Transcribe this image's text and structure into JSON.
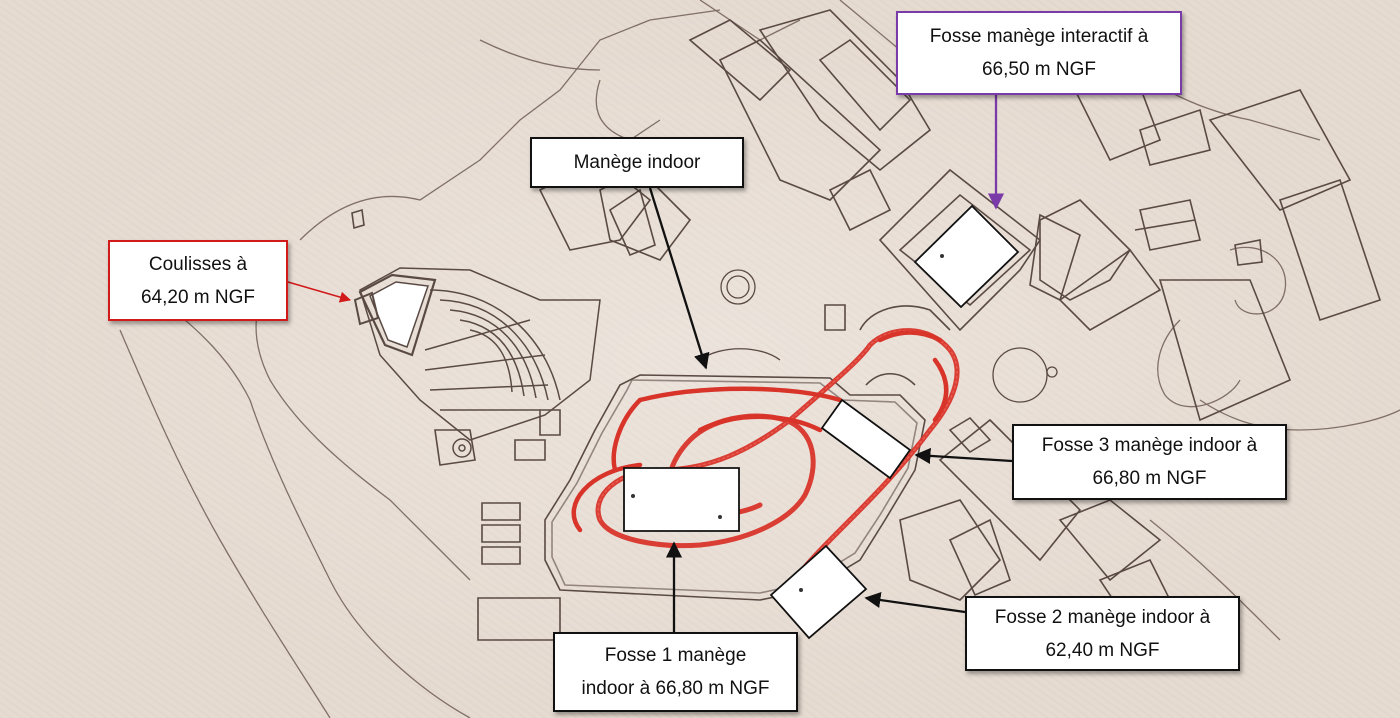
{
  "colors": {
    "track": "#d8342a",
    "plan_lines": "#5a4a44",
    "callout_default": "#111111",
    "callout_red": "#d11a1a",
    "callout_purple": "#7a3aa8"
  },
  "callouts": {
    "manege_indoor": {
      "line1": "Manège indoor"
    },
    "coulisses": {
      "line1": "Coulisses à",
      "line2": "64,20 m NGF"
    },
    "fosse_interactif": {
      "line1": "Fosse manège interactif à",
      "line2": "66,50 m NGF"
    },
    "fosse3": {
      "line1": "Fosse 3 manège indoor à",
      "line2": "66,80 m NGF"
    },
    "fosse2": {
      "line1": "Fosse 2 manège indoor à",
      "line2": "62,40 m NGF"
    },
    "fosse1": {
      "line1": "Fosse 1 manège",
      "line2": "indoor à 66,80 m NGF"
    }
  }
}
